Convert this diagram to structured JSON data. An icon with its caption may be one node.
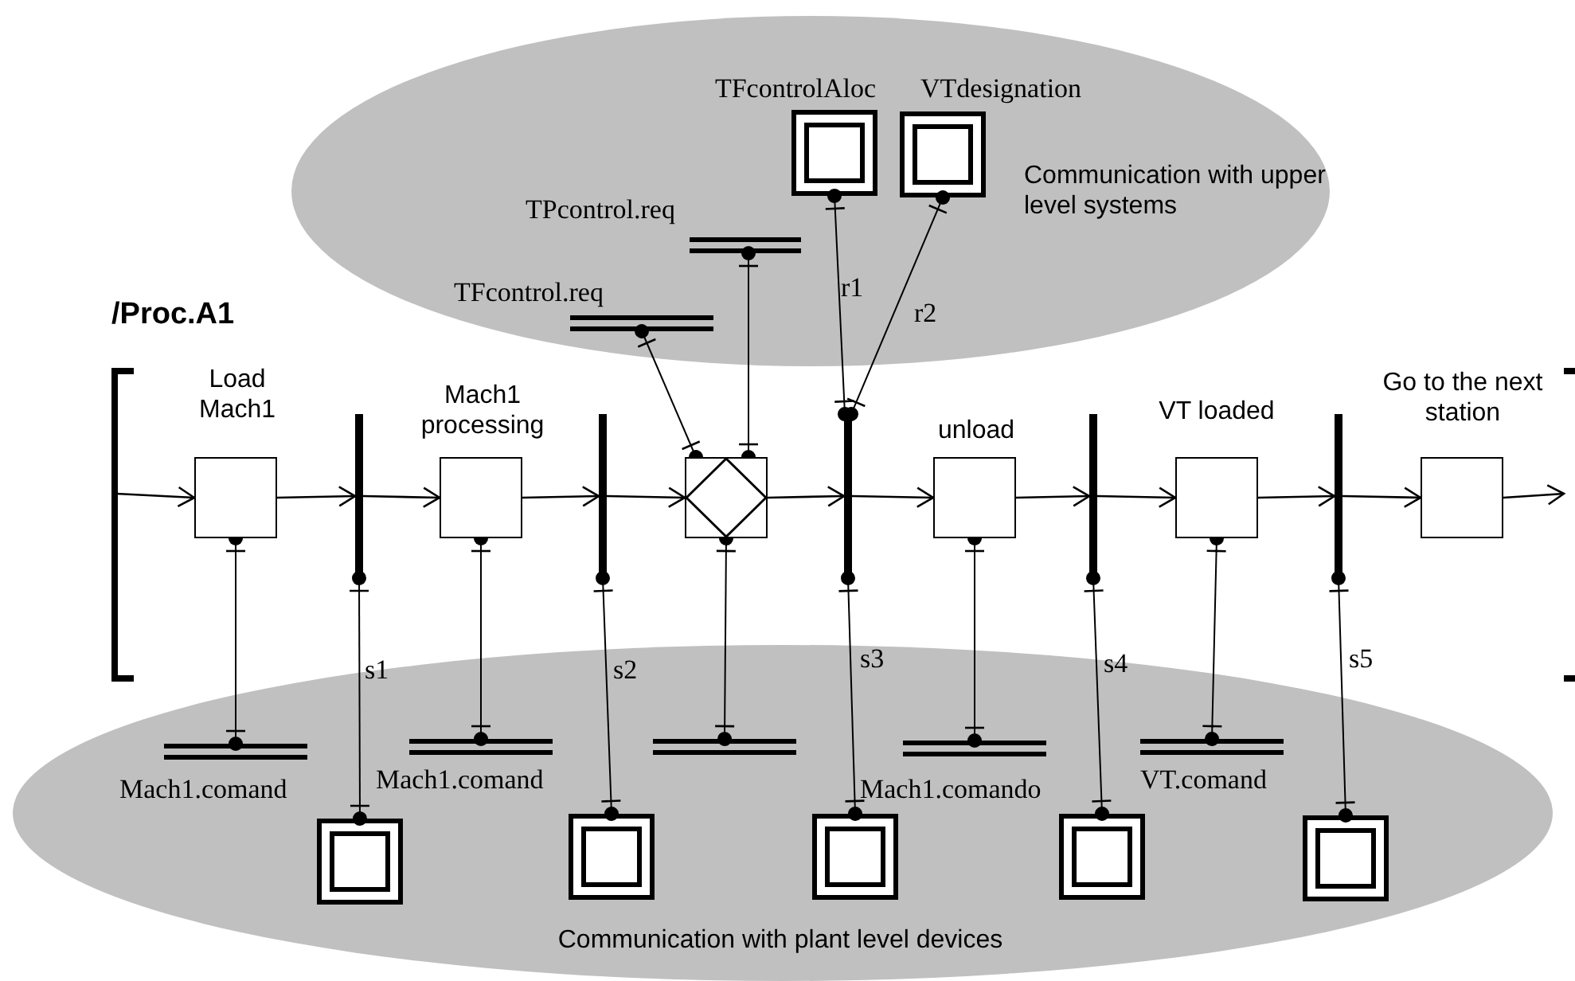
{
  "diagram": {
    "nodes": [
      {
        "text": [
          "Communication with upper level systems"
        ]
      },
      {
        "text": [
          "TFcontrolAloc"
        ],
        "in": 0
      },
      {
        "text": [
          "VTdesignation"
        ],
        "in": 0
      },
      {
        "text": [
          "TPcontrol.req"
        ],
        "in": 0
      },
      {
        "text": [
          "TFcontrol.req"
        ],
        "in": 0
      },
      {
        "text": [
          "Load Mach1"
        ]
      },
      {
        "text": [],
        "shape": "bar"
      },
      {
        "text": [
          "Mach1 processing"
        ]
      },
      {
        "text": [],
        "shape": "bar"
      },
      {
        "text": [],
        "shape": "box"
      },
      {
        "text": [],
        "shape": "bar"
      },
      {
        "text": [
          "unload"
        ]
      },
      {
        "text": [],
        "shape": "bar"
      },
      {
        "text": [
          "VT loaded"
        ]
      },
      {
        "text": [],
        "shape": "bar"
      },
      {
        "text": [
          "Go to the next station"
        ]
      },
      {
        "text": [
          "Communication with plant level devices"
        ]
      },
      {
        "text": [
          "Mach1.comand"
        ],
        "in": 16
      },
      {
        "text": [],
        "shape": "box",
        "in": 16
      },
      {
        "text": [
          "Mach1.comand"
        ],
        "in": 16
      },
      {
        "text": [],
        "shape": "box",
        "in": 16
      },
      {
        "text": [],
        "shape": "bar",
        "in": 16
      },
      {
        "text": [],
        "shape": "box",
        "in": 16
      },
      {
        "text": [
          "Mach1.comando"
        ],
        "in": 16
      },
      {
        "text": [],
        "shape": "box",
        "in": 16
      },
      {
        "text": [
          "VT.comand"
        ],
        "in": 16
      },
      {
        "text": [],
        "shape": "box",
        "in": 16
      }
    ],
    "edges": [
      {
        "from": null,
        "to": 5,
        "arrow": "to"
      },
      {
        "from": 5,
        "to": 6,
        "arrow": "to"
      },
      {
        "from": 6,
        "to": 7,
        "arrow": "to"
      },
      {
        "from": 7,
        "to": 8,
        "arrow": "to"
      },
      {
        "from": 8,
        "to": 9,
        "arrow": "to"
      },
      {
        "from": 9,
        "to": 10,
        "arrow": "to"
      },
      {
        "from": 10,
        "to": 11,
        "arrow": "to"
      },
      {
        "from": 11,
        "to": 12,
        "arrow": "to"
      },
      {
        "from": 12,
        "to": 13,
        "arrow": "to"
      },
      {
        "from": 13,
        "to": 14,
        "arrow": "to"
      },
      {
        "from": 14,
        "to": 15,
        "arrow": "to"
      },
      {
        "from": 15,
        "to": null,
        "arrow": "to"
      },
      {
        "from": 5,
        "to": 17,
        "arrow": "other"
      },
      {
        "from": 6,
        "to": 18,
        "arrow": "other",
        "label": "s1"
      },
      {
        "from": 7,
        "to": 19,
        "arrow": "other"
      },
      {
        "from": 8,
        "to": 20,
        "arrow": "other",
        "label": "s2"
      },
      {
        "from": 9,
        "to": 21,
        "arrow": "other"
      },
      {
        "from": 10,
        "to": 22,
        "arrow": "other",
        "label": "s3"
      },
      {
        "from": 11,
        "to": 23,
        "arrow": "other"
      },
      {
        "from": 12,
        "to": 24,
        "arrow": "other",
        "label": "s4"
      },
      {
        "from": 13,
        "to": 25,
        "arrow": "other"
      },
      {
        "from": 14,
        "to": 26,
        "arrow": "other",
        "label": "s5"
      },
      {
        "from": 4,
        "to": 9,
        "arrow": "other"
      },
      {
        "from": 3,
        "to": 9,
        "arrow": "other"
      },
      {
        "from": 1,
        "to": 10,
        "arrow": "other",
        "label": "r1"
      },
      {
        "from": 2,
        "to": 10,
        "arrow": "other",
        "label": "r2"
      }
    ],
    "labels": [
      "/Proc.A1"
    ]
  }
}
